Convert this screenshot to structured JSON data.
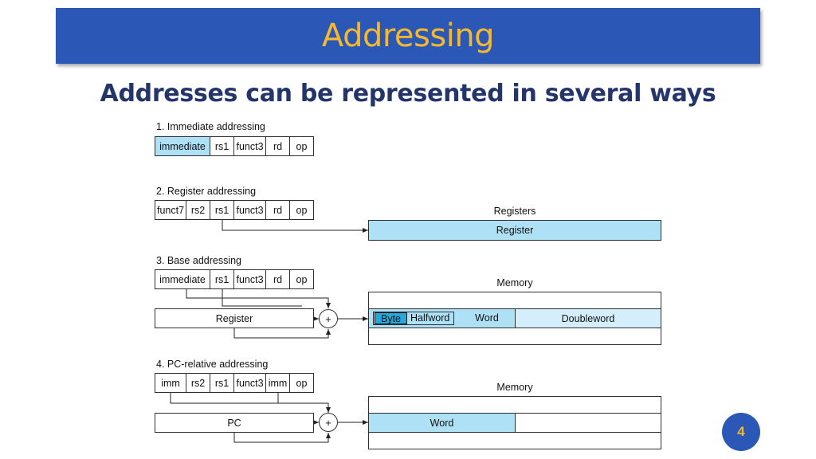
{
  "title": "Addressing",
  "subtitle": "Addresses can be represented in several ways",
  "page_number": "4",
  "modes": {
    "immediate": {
      "heading": "1.  Immediate addressing",
      "fields": [
        "immediate",
        "rs1",
        "funct3",
        "rd",
        "op"
      ]
    },
    "register": {
      "heading": "2. Register addressing",
      "fields": [
        "funct7",
        "rs2",
        "rs1",
        "funct3",
        "rd",
        "op"
      ],
      "target_label": "Registers",
      "target_box": "Register"
    },
    "base": {
      "heading": "3.  Base addressing",
      "fields": [
        "immediate",
        "rs1",
        "funct3",
        "rd",
        "op"
      ],
      "register_box": "Register",
      "plus": "+",
      "memory_label": "Memory",
      "memory_cells": [
        "Byte",
        "Halfword",
        "Word",
        "Doubleword"
      ]
    },
    "pc_relative": {
      "heading": "4.  PC-relative addressing",
      "fields": [
        "imm",
        "rs2",
        "rs1",
        "funct3",
        "imm",
        "op"
      ],
      "pc_box": "PC",
      "plus": "+",
      "memory_label": "Memory",
      "memory_cell": "Word"
    }
  },
  "colors": {
    "title_bar": "#2b58b7",
    "title_text": "#f6b82e",
    "subtitle": "#24356b",
    "highlight": "#aee0f6",
    "highlight_light": "#d4effb",
    "byte": "#28a8da"
  }
}
